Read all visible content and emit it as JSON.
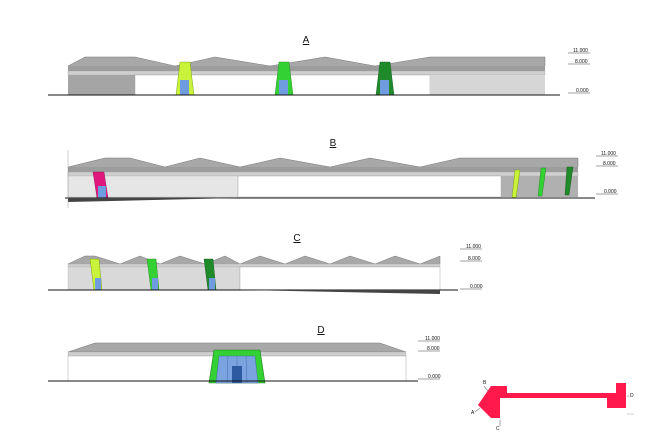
{
  "elevations": [
    {
      "id": "A",
      "levels": [
        "11.000",
        "8.000",
        "0.000"
      ]
    },
    {
      "id": "B",
      "levels": [
        "11.000",
        "8.000",
        "0.000"
      ]
    },
    {
      "id": "C",
      "levels": [
        "11.000",
        "8.000",
        "0.000"
      ]
    },
    {
      "id": "D",
      "levels": [
        "11.000",
        "8.000",
        "0.000"
      ]
    }
  ],
  "key_plan": {
    "labels": [
      "A",
      "B",
      "C",
      "D"
    ],
    "color": "#ff1a4b"
  },
  "colors": {
    "roof": "#9c9c9c",
    "roof_dark": "#6f6f6f",
    "band": "#cfcfcf",
    "wall_grey": "#b8b8b8",
    "wall_light": "#e6e6e6",
    "green_light": "#b8f23a",
    "green_mid": "#33cc33",
    "green_dark": "#1f7a1f",
    "magenta": "#e0187e",
    "blue": "#5f8fd6"
  }
}
